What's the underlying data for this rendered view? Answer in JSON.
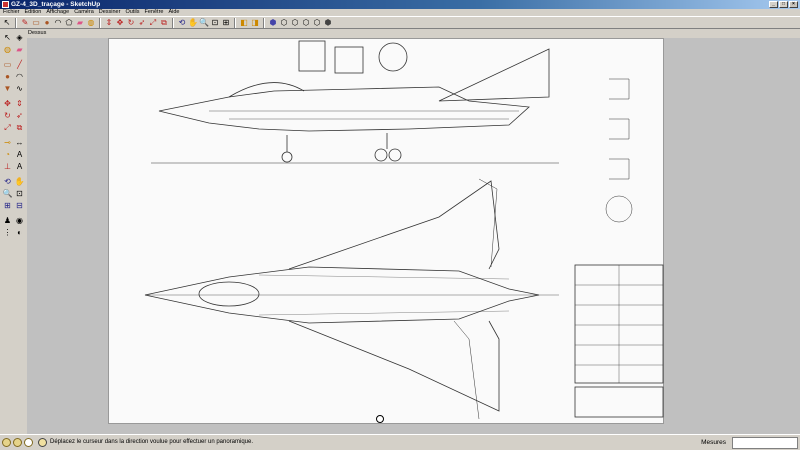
{
  "window": {
    "title": "GZ-4_3D_traçage - SketchUp"
  },
  "menu": [
    "Fichier",
    "Edition",
    "Affichage",
    "Caméra",
    "Dessiner",
    "Outils",
    "Fenêtre",
    "Aide"
  ],
  "viewport": {
    "scene_label": "Dessus"
  },
  "status": {
    "hint": "Déplacez le curseur dans la direction voulue pour effectuer un panoramique.",
    "measure_label": "Mesures",
    "measure_value": ""
  },
  "colors": {
    "titlebar": "#0a246a",
    "chrome": "#d4d0c8",
    "viewport": "#c0c0c0",
    "sheet": "#fafafa"
  },
  "icons": {
    "toolbar": [
      "select-icon",
      "pencil-icon",
      "rectangle-icon",
      "circle-icon",
      "arc-icon",
      "polygon-icon",
      "eraser-icon",
      "paint-bucket-icon",
      "push-pull-icon",
      "move-icon",
      "rotate-icon",
      "follow-me-icon",
      "scale-icon",
      "offset-icon",
      "orbit-icon",
      "pan-icon",
      "zoom-icon",
      "zoom-window-icon",
      "zoom-extents-icon",
      "previous-view-icon",
      "next-view-icon",
      "iso-view-icon",
      "top-view-icon",
      "front-view-icon",
      "right-view-icon",
      "back-view-icon",
      "left-view-icon"
    ]
  }
}
